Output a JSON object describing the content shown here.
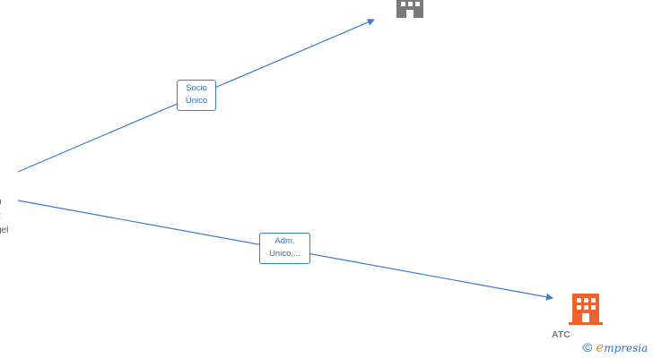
{
  "colors": {
    "edge": "#3a7bd5",
    "company_inactive": "#7a7a7a",
    "company_active": "#f0622d",
    "label_text": "#2f6fc0"
  },
  "person": {
    "lines": [
      "n",
      "z",
      "gel"
    ]
  },
  "edges": [
    {
      "from": "person",
      "to": "company-top",
      "label_lines": [
        "Socio",
        "Único"
      ]
    },
    {
      "from": "person",
      "to": "company-bottom",
      "label_lines": [
        "Adm.",
        "Unico,..."
      ]
    }
  ],
  "companies": [
    {
      "id": "company-top",
      "icon": "building-icon",
      "status": "inactive",
      "label": ""
    },
    {
      "id": "company-bottom",
      "icon": "building-icon",
      "status": "active",
      "label": "ATC"
    }
  ],
  "watermark": {
    "symbol": "©",
    "brand_initial": "e",
    "brand_rest": "mpresia"
  }
}
